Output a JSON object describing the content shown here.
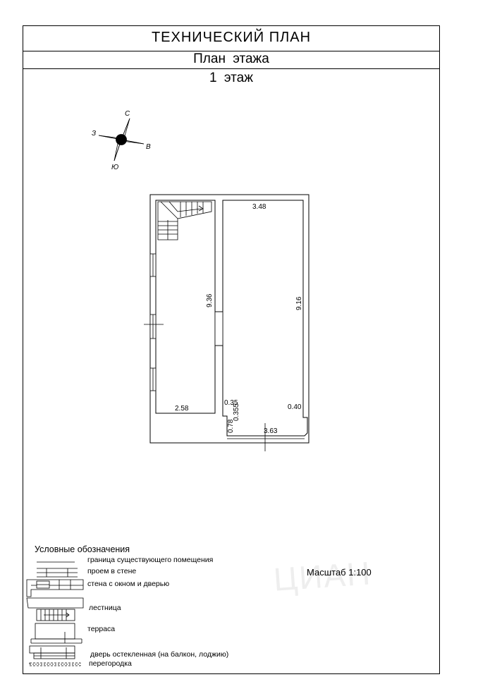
{
  "header": {
    "title": "ТЕХНИЧЕСКИЙ  ПЛАН",
    "subtitle": "План  этажа",
    "floor": "1  этаж"
  },
  "compass": {
    "north": "С",
    "south": "Ю",
    "west": "З",
    "east": "В"
  },
  "dimensions": {
    "left_room_height": "9.36",
    "right_room_height": "9.16",
    "right_room_top": "3.48",
    "left_room_bottom": "2.58",
    "notch_a": "0.35",
    "notch_b": "0.355",
    "notch_c": "0.78",
    "right_bottom": "3.63",
    "right_corner": "0.40"
  },
  "legend": {
    "title": "Условные обозначения",
    "items": [
      {
        "label": "граница  существующего помещения"
      },
      {
        "label": "проем в стене"
      },
      {
        "label": "стена с окном и дверью"
      },
      {
        "label": "лестница"
      },
      {
        "label": "терраса"
      },
      {
        "label": "дверь остекленная (на балкон, лоджию)"
      },
      {
        "label": "перегородка"
      }
    ]
  },
  "scale_label": "Масштаб 1:100",
  "watermark": "ЦИАН"
}
